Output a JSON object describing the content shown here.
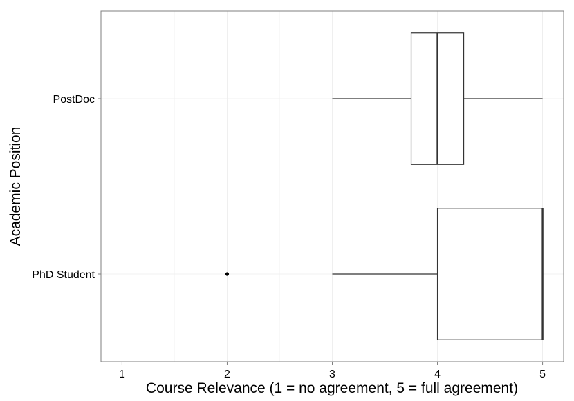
{
  "chart_data": {
    "type": "boxplot",
    "orientation": "horizontal",
    "xlabel": "Course Relevance (1 = no agreement, 5 = full agreement)",
    "ylabel": "Academic Position",
    "xlim": [
      0.8,
      5.2
    ],
    "x_ticks": [
      "1",
      "2",
      "3",
      "4",
      "5"
    ],
    "grid": true,
    "categories": [
      "PostDoc",
      "PhD Student"
    ],
    "boxes": [
      {
        "category": "PostDoc",
        "whisker_low": 3,
        "q1": 3.75,
        "median": 4,
        "q3": 4.25,
        "whisker_high": 5,
        "outliers": []
      },
      {
        "category": "PhD Student",
        "whisker_low": 3,
        "q1": 4,
        "median": 5,
        "q3": 5,
        "whisker_high": 5,
        "outliers": [
          2
        ]
      }
    ],
    "colors": {
      "box_fill": "#ffffff",
      "box_stroke": "#333333",
      "grid": "#ebebeb",
      "panel_border": "#7f7f7f"
    }
  }
}
